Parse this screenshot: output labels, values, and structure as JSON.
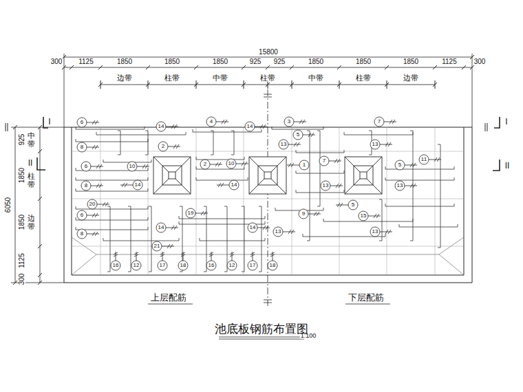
{
  "diagram": {
    "title": "池底板钢筋布置图",
    "labels": [
      "15800",
      "300",
      "1125",
      "1850",
      "1850",
      "1850",
      "925",
      "925",
      "1850",
      "1850",
      "1850",
      "1125",
      "300",
      "边带",
      "柱带",
      "中带",
      "柱带",
      "中带",
      "柱带",
      "边带",
      "I",
      "I",
      "II",
      "II",
      "6050",
      "925",
      "1850",
      "1850",
      "1125",
      "300",
      "中带",
      "柱带",
      "边带",
      "6",
      "8",
      "14",
      "4",
      "14",
      "3",
      "7",
      "2",
      "13",
      "5",
      "13",
      "10",
      "6",
      "2",
      "10",
      "1",
      "7",
      "5",
      "11",
      "8",
      "14",
      "14",
      "13",
      "13",
      "20",
      "6",
      "14",
      "19",
      "9",
      "5",
      "15",
      "8",
      "14",
      "13",
      "13",
      "21",
      "16",
      "12",
      "17",
      "18",
      "16",
      "12",
      "17",
      "18",
      "上层配筋",
      "下层配筋",
      "1:100"
    ]
  }
}
